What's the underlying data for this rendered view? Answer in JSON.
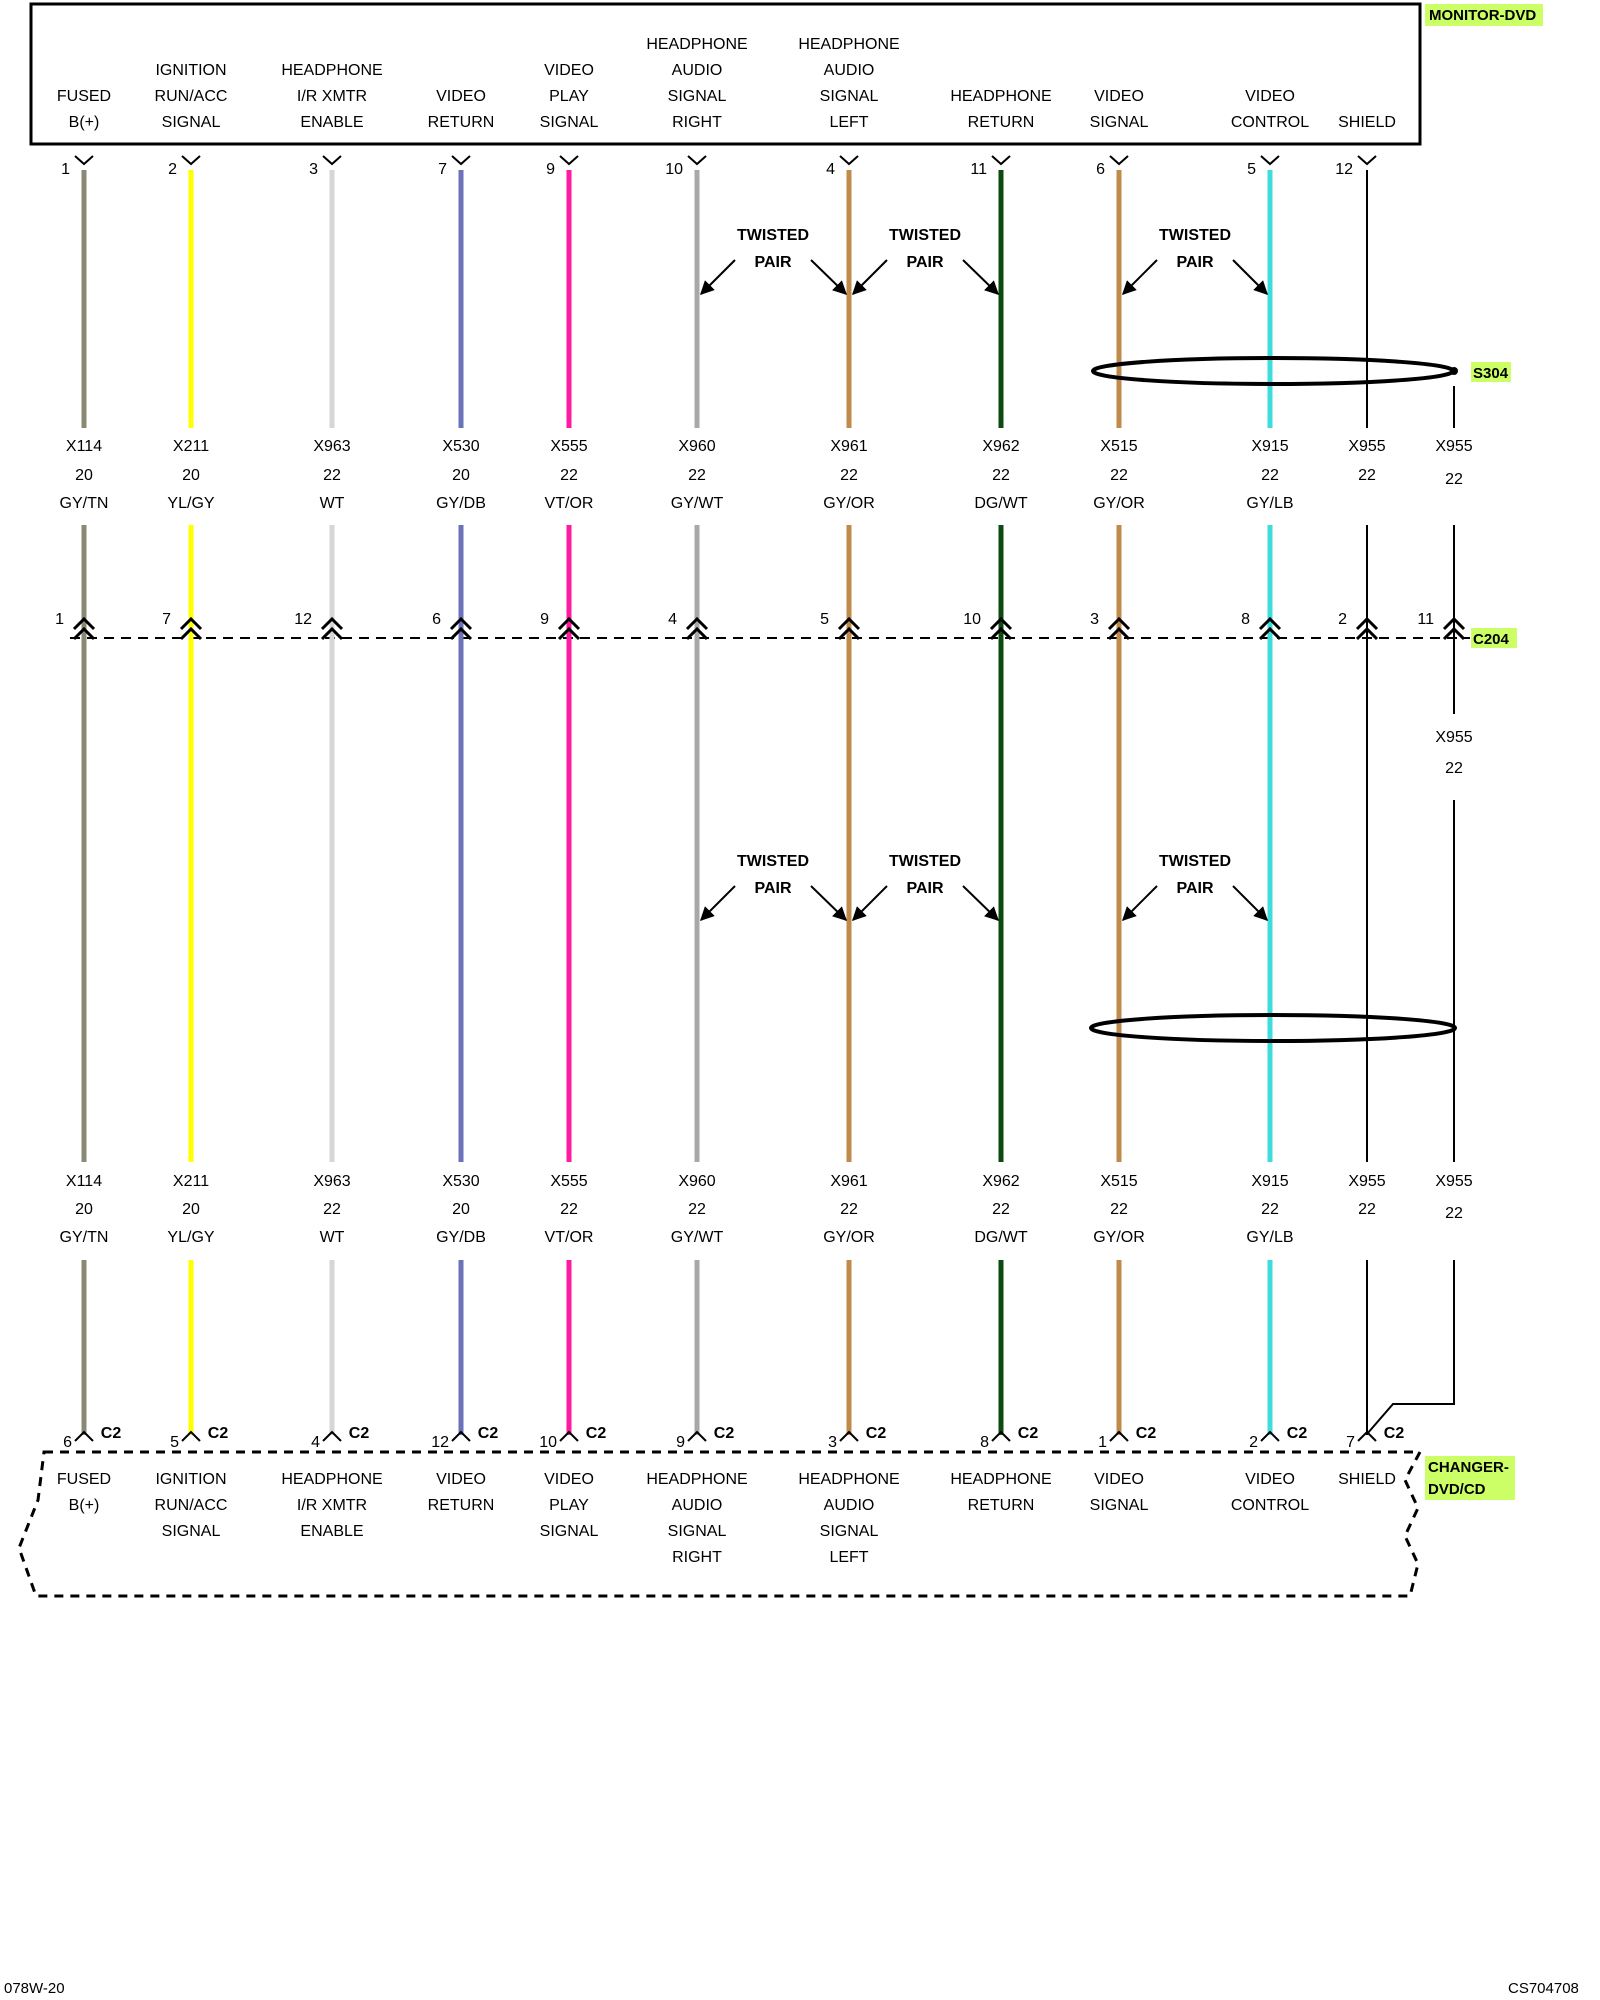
{
  "components": {
    "top": {
      "name": "MONITOR-DVD"
    },
    "bottom": {
      "name": "CHANGER-DVD/CD"
    }
  },
  "splice": {
    "name": "S304"
  },
  "connector": {
    "name": "C204"
  },
  "bottom_pin_tag": "C2",
  "twisted_pair_label": [
    "TWISTED",
    "PAIR"
  ],
  "colors": {
    "highlight": "#ccff66",
    "frame": "#000000"
  },
  "wires": [
    {
      "id": "fused-bplus",
      "label": [
        "FUSED",
        "B(+)"
      ],
      "top_pin": "1",
      "c204_pin": "1",
      "bottom_pin": "6",
      "circuit": "X114",
      "gauge": "20",
      "color_code": "GY/TN",
      "stroke": "#8a8a74"
    },
    {
      "id": "ignition",
      "label": [
        "IGNITION",
        "RUN/ACC",
        "SIGNAL"
      ],
      "top_pin": "2",
      "c204_pin": "7",
      "bottom_pin": "5",
      "circuit": "X211",
      "gauge": "20",
      "color_code": "YL/GY",
      "stroke": "#ffff00"
    },
    {
      "id": "hp-ir-enable",
      "label": [
        "HEADPHONE",
        "I/R XMTR",
        "ENABLE"
      ],
      "top_pin": "3",
      "c204_pin": "12",
      "bottom_pin": "4",
      "circuit": "X963",
      "gauge": "22",
      "color_code": "WT",
      "stroke": "#d6d6d6"
    },
    {
      "id": "video-return",
      "label": [
        "VIDEO",
        "RETURN"
      ],
      "top_pin": "7",
      "c204_pin": "6",
      "bottom_pin": "12",
      "circuit": "X530",
      "gauge": "20",
      "color_code": "GY/DB",
      "stroke": "#6a72b8"
    },
    {
      "id": "video-play",
      "label": [
        "VIDEO",
        "PLAY",
        "SIGNAL"
      ],
      "top_pin": "9",
      "c204_pin": "9",
      "bottom_pin": "10",
      "circuit": "X555",
      "gauge": "22",
      "color_code": "VT/OR",
      "stroke": "#ff1aa0"
    },
    {
      "id": "hp-audio-right",
      "label": [
        "HEADPHONE",
        "AUDIO",
        "SIGNAL",
        "RIGHT"
      ],
      "top_pin": "10",
      "c204_pin": "4",
      "bottom_pin": "9",
      "circuit": "X960",
      "gauge": "22",
      "color_code": "GY/WT",
      "stroke": "#a8a8a8"
    },
    {
      "id": "hp-audio-left",
      "label": [
        "HEADPHONE",
        "AUDIO",
        "SIGNAL",
        "LEFT"
      ],
      "top_pin": "4",
      "c204_pin": "5",
      "bottom_pin": "3",
      "circuit": "X961",
      "gauge": "22",
      "color_code": "GY/OR",
      "stroke": "#c08a4a"
    },
    {
      "id": "hp-return",
      "label": [
        "HEADPHONE",
        "RETURN"
      ],
      "top_pin": "11",
      "c204_pin": "10",
      "bottom_pin": "8",
      "circuit": "X962",
      "gauge": "22",
      "color_code": "DG/WT",
      "stroke": "#0c4a10"
    },
    {
      "id": "video-signal",
      "label": [
        "VIDEO",
        "SIGNAL"
      ],
      "top_pin": "6",
      "c204_pin": "3",
      "bottom_pin": "1",
      "circuit": "X515",
      "gauge": "22",
      "color_code": "GY/OR",
      "stroke": "#c08a4a"
    },
    {
      "id": "video-control",
      "label": [
        "VIDEO",
        "CONTROL"
      ],
      "top_pin": "5",
      "c204_pin": "8",
      "bottom_pin": "2",
      "circuit": "X915",
      "gauge": "22",
      "color_code": "GY/LB",
      "stroke": "#3fdcdc"
    },
    {
      "id": "shield",
      "label": [
        "SHIELD"
      ],
      "top_pin": "12",
      "c204_pin": "2",
      "bottom_pin": "7",
      "circuit": "X955",
      "gauge": "22",
      "color_code": "",
      "stroke": "#000000"
    }
  ],
  "drain": {
    "c204_pin": "11",
    "circuit": "X955",
    "gauge": "22"
  },
  "footer": {
    "left": "078W-20",
    "right": "CS704708"
  }
}
